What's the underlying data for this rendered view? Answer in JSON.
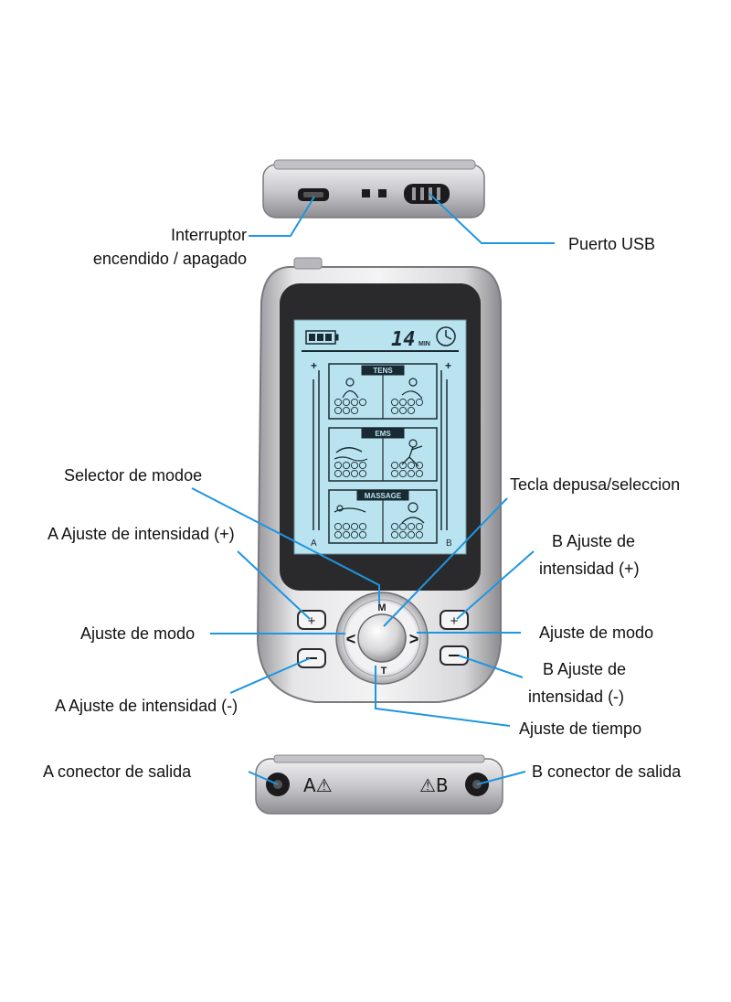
{
  "labels": {
    "power_switch": [
      "Interruptor",
      "encendido / apagado"
    ],
    "usb_port": "Puerto USB",
    "mode_selector": "Selector de modoe",
    "pause_key": "Tecla depusa/seleccion",
    "a_intensity_up": "A Ajuste de intensidad (+)",
    "b_intensity_up": [
      "B Ajuste de",
      "intensidad (+)"
    ],
    "mode_adjust_left": "Ajuste de modo",
    "mode_adjust_right": "Ajuste de modo",
    "b_intensity_down": [
      "B Ajuste de",
      "intensidad (-)"
    ],
    "a_intensity_down": "A Ajuste de intensidad (-)",
    "time_adjust": "Ajuste de tiempo",
    "a_output": "A conector de salida",
    "b_output": "B conector de salida"
  },
  "device": {
    "lcd_minutes": "14",
    "lcd_min_unit": "MIN",
    "lcd_sections": [
      "TENS",
      "EMS",
      "MASSAGE"
    ],
    "channel_a": "A",
    "channel_b": "B",
    "plus": "+",
    "key_m": "M",
    "key_t": "T",
    "key_left": "<",
    "key_right": ">",
    "bottom_a": "A⚠",
    "bottom_b": "⚠B"
  },
  "colors": {
    "leader_line": "#1e96e0",
    "lcd_bg": "#b9e3ef",
    "lcd_ink": "#1a2a33",
    "body_silver": "#c9c9cc",
    "face_dark": "#2a2a2c"
  }
}
